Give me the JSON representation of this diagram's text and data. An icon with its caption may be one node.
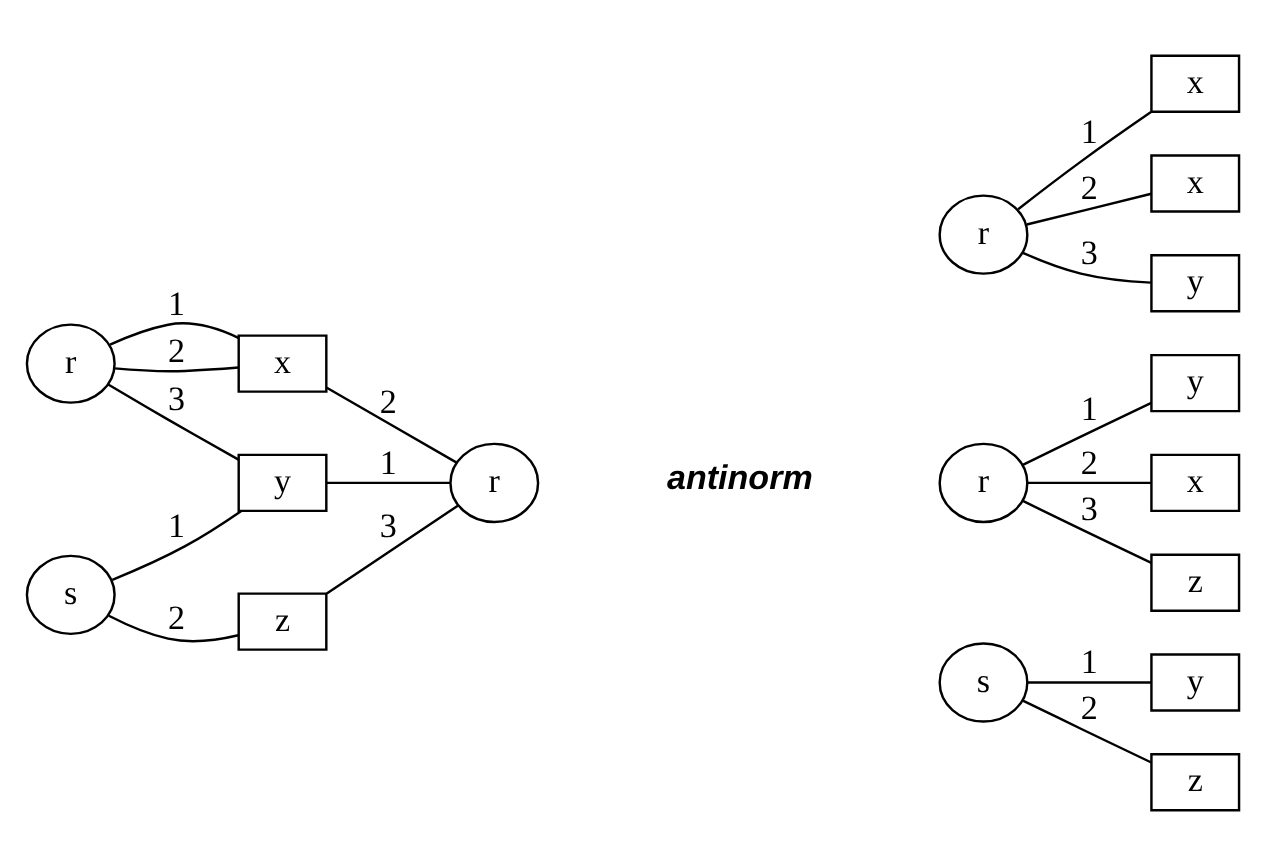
{
  "diagram": {
    "nodes": [
      {
        "text": [
          "x"
        ]
      },
      {
        "text": [
          "r"
        ]
      },
      {
        "text": [
          "y"
        ]
      },
      {
        "text": [
          "s"
        ]
      },
      {
        "text": [
          "z"
        ]
      },
      {
        "text": [
          "r"
        ]
      },
      {
        "text": [
          "x"
        ]
      },
      {
        "text": [
          "r"
        ]
      },
      {
        "text": [
          "x"
        ]
      },
      {
        "text": [
          "y"
        ]
      },
      {
        "text": [
          "y"
        ]
      },
      {
        "text": [
          "r"
        ]
      },
      {
        "text": [
          "x"
        ]
      },
      {
        "text": [
          "z"
        ]
      },
      {
        "text": [
          "y"
        ]
      },
      {
        "text": [
          "s"
        ]
      },
      {
        "text": [
          "z"
        ]
      }
    ],
    "edges": [
      {
        "from": 1,
        "to": 0,
        "arrow": "none",
        "label": "1"
      },
      {
        "from": 1,
        "to": 0,
        "arrow": "none",
        "label": "2"
      },
      {
        "from": 1,
        "to": 2,
        "arrow": "none",
        "label": "3"
      },
      {
        "from": 3,
        "to": 2,
        "arrow": "none",
        "label": "1"
      },
      {
        "from": 3,
        "to": 4,
        "arrow": "none",
        "label": "2"
      },
      {
        "from": 0,
        "to": 5,
        "arrow": "none",
        "label": "2"
      },
      {
        "from": 2,
        "to": 5,
        "arrow": "none",
        "label": "1"
      },
      {
        "from": 4,
        "to": 5,
        "arrow": "none",
        "label": "3"
      },
      {
        "from": 7,
        "to": 6,
        "arrow": "none",
        "label": "1"
      },
      {
        "from": 7,
        "to": 8,
        "arrow": "none",
        "label": "2"
      },
      {
        "from": 7,
        "to": 9,
        "arrow": "none",
        "label": "3"
      },
      {
        "from": 11,
        "to": 10,
        "arrow": "none",
        "label": "1"
      },
      {
        "from": 11,
        "to": 12,
        "arrow": "none",
        "label": "2"
      },
      {
        "from": 11,
        "to": 13,
        "arrow": "none",
        "label": "3"
      },
      {
        "from": 15,
        "to": 14,
        "arrow": "none",
        "label": "1"
      },
      {
        "from": 15,
        "to": 16,
        "arrow": "none",
        "label": "2"
      }
    ],
    "labels": [
      "antinorm"
    ]
  }
}
